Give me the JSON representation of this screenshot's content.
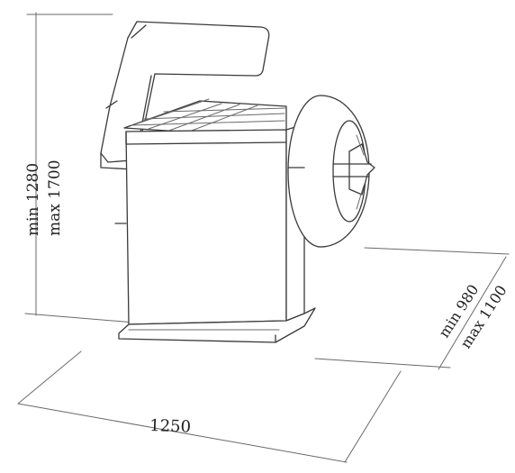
{
  "dimensions": {
    "height": {
      "min_label": "min 1280",
      "max_label": "max 1700"
    },
    "depth": {
      "min_label": "min 980",
      "max_label": "max 1100"
    },
    "width": {
      "label": "1250"
    }
  }
}
